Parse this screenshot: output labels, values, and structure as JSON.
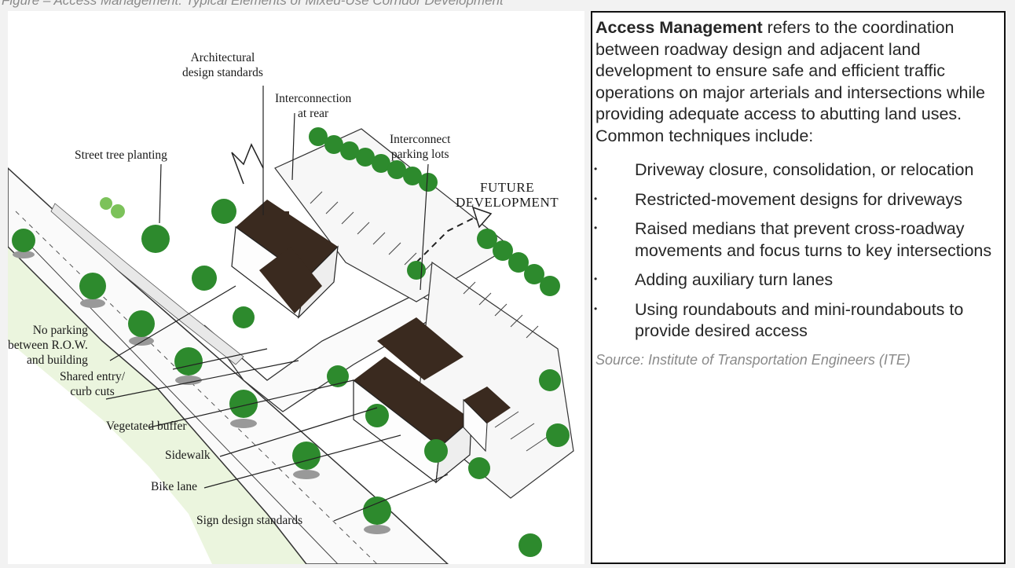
{
  "caption": "Figure – Access Management: Typical Elements of Mixed-Use Corridor Development",
  "figure": {
    "labels": {
      "architectural": "Architectural\ndesign standards",
      "interconnection_rear": "Interconnection\nat rear",
      "street_tree": "Street tree planting",
      "interconnect_parking": "Interconnect\nparking lots",
      "future_development": "FUTURE\nDEVELOPMENT",
      "no_parking": "No parking\nbetween R.O.W.\nand building",
      "shared_entry": "Shared entry/\ncurb cuts",
      "vegetated_buffer": "Vegetated buffer",
      "sidewalk": "Sidewalk",
      "bike_lane": "Bike lane",
      "sign_design": "Sign design standards"
    },
    "colors": {
      "tree_foliage": "#2d8a2d",
      "tree_highlight": "#7cc25a",
      "grass": "#dff0c8",
      "roof": "#3a2a1f",
      "ink": "#1a1a1a"
    }
  },
  "text_box": {
    "intro_bold": "Access Management",
    "intro_rest": " refers to the coordination between roadway design and adjacent land development to ensure safe and efficient traffic operations on major arterials and intersections while providing adequate access to abutting land uses. Common techniques include:",
    "bullet_glyph": "•",
    "techniques": [
      "Driveway closure, consolidation, or relocation",
      "Restricted-movement designs for driveways",
      "Raised medians that prevent cross-roadway movements and focus turns to key intersections",
      "Adding auxiliary turn lanes",
      "Using roundabouts and mini-roundabouts to provide desired access"
    ],
    "source": "Source:  Institute of Transportation Engineers (ITE)"
  }
}
